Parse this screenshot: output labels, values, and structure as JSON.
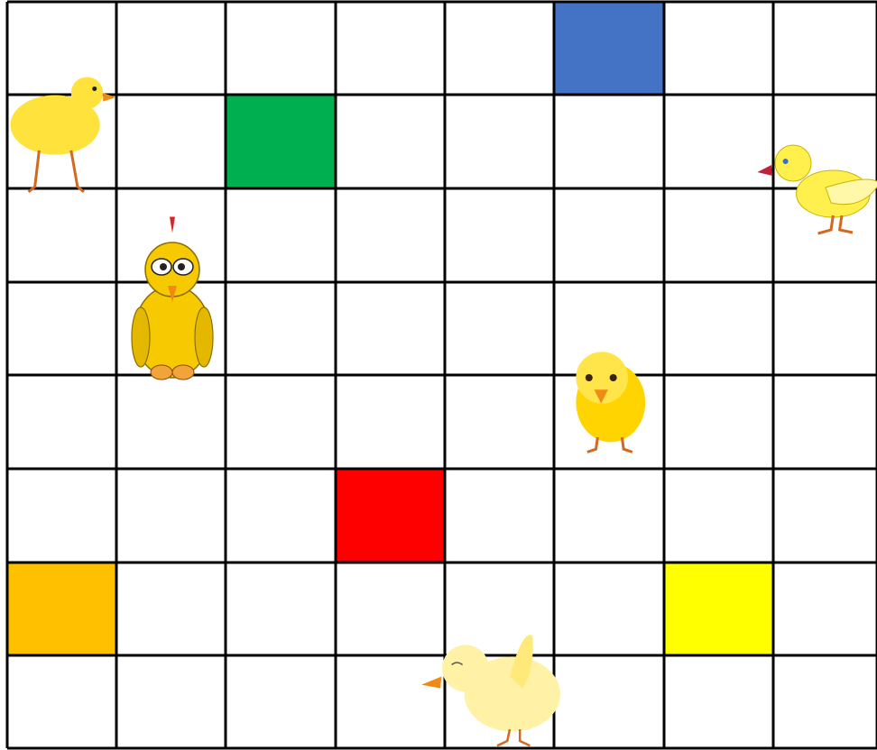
{
  "board": {
    "rows": 8,
    "cols": 8,
    "grid_color": "#000000",
    "background": "#ffffff"
  },
  "colored_cells": [
    {
      "name": "blue-cell",
      "row": 0,
      "col": 5,
      "color": "#4472C4"
    },
    {
      "name": "green-cell",
      "row": 1,
      "col": 2,
      "color": "#00B050"
    },
    {
      "name": "red-cell",
      "row": 5,
      "col": 3,
      "color": "#FF0000"
    },
    {
      "name": "orange-cell",
      "row": 6,
      "col": 0,
      "color": "#FFC000"
    },
    {
      "name": "yellow-cell",
      "row": 6,
      "col": 6,
      "color": "#FFFF00"
    }
  ],
  "chicks": [
    {
      "name": "walking-chick",
      "row": 1,
      "col": 0,
      "style": "walking",
      "icon": "walking-chick-icon"
    },
    {
      "name": "owl-eyed-chick",
      "row": 3,
      "col": 1,
      "style": "sitting",
      "icon": "owl-eyed-chick-icon"
    },
    {
      "name": "winged-chick",
      "row": 2,
      "col": 7,
      "style": "winged",
      "icon": "winged-chick-icon"
    },
    {
      "name": "round-chick",
      "row": 4,
      "col": 5,
      "style": "round",
      "icon": "round-chick-icon"
    },
    {
      "name": "pale-chick",
      "row": 7,
      "col": 4,
      "style": "pale",
      "icon": "pale-chick-icon"
    }
  ]
}
